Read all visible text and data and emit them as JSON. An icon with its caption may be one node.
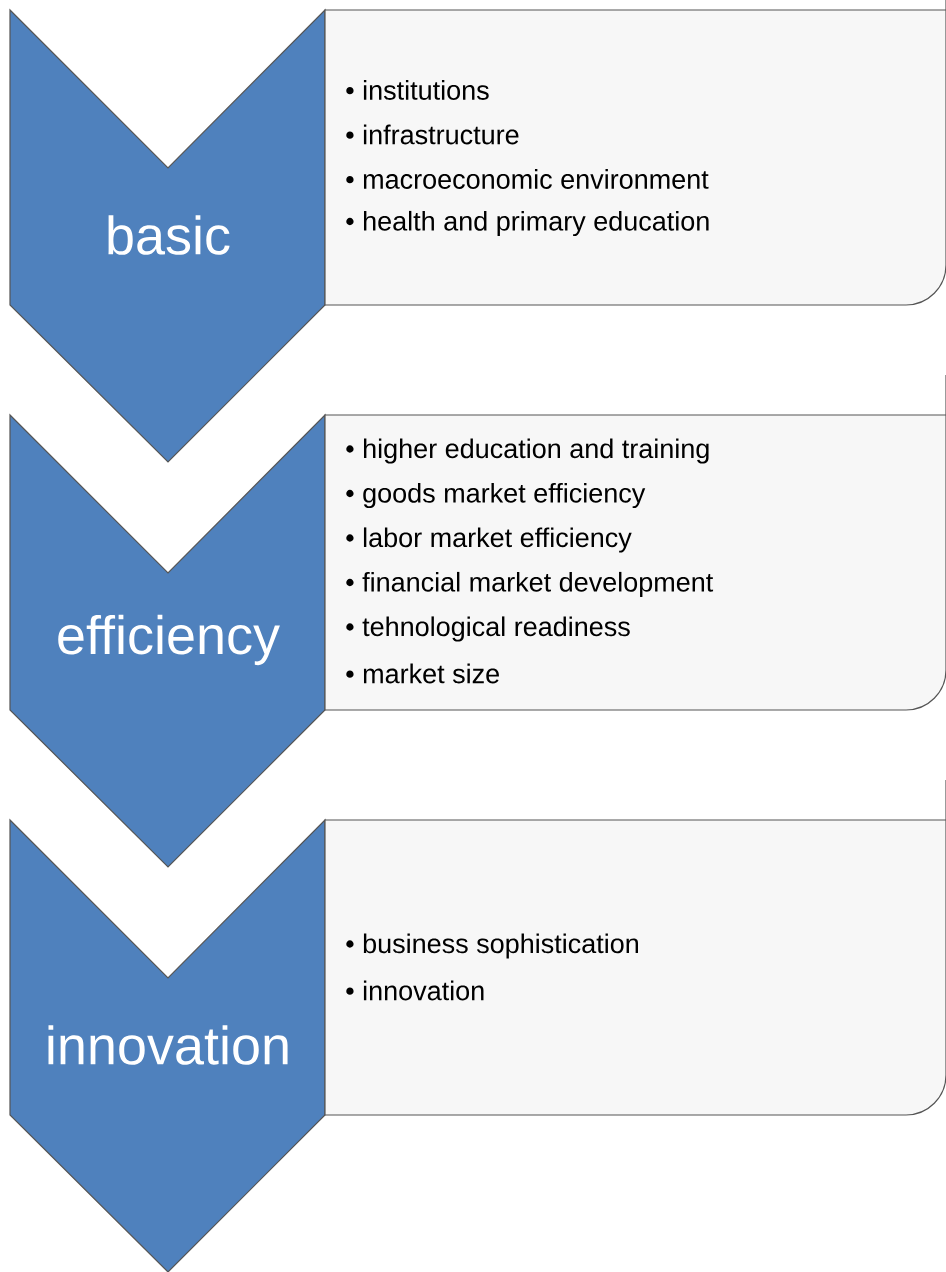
{
  "diagram": {
    "nodes": [
      {
        "text": [
          "basic"
        ]
      },
      {
        "text": [
          "• institutions",
          "• infrastructure",
          "• macroeconomic environment",
          "• health and primary education"
        ]
      },
      {
        "text": [
          "efficiency"
        ]
      },
      {
        "text": [
          "• higher education and training",
          "• goods market efficiency",
          "• labor market efficiency",
          "• financial market development",
          "• tehnological readiness",
          "• market size"
        ]
      },
      {
        "text": [
          "innovation"
        ]
      },
      {
        "text": [
          "• business sophistication",
          "• innovation"
        ]
      }
    ]
  }
}
